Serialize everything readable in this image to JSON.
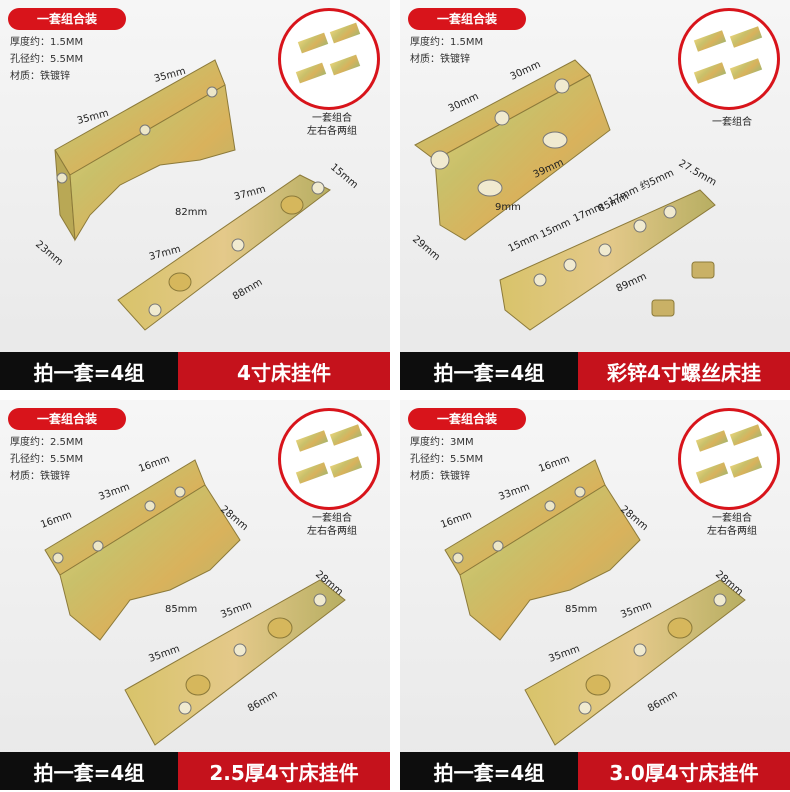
{
  "panels": [
    {
      "badge": "一套组合装",
      "specs": [
        "厚度约：1.5MM",
        "孔径约：5.5MM",
        "材质：铁镀锌"
      ],
      "inset_caption": [
        "一套组合",
        "左右各两组"
      ],
      "bar_left": "拍一套=4组",
      "bar_right": "4寸床挂件",
      "dims": {
        "a": "35mm",
        "b": "35mm",
        "c": "82mm",
        "d": "37mm",
        "e": "37mm",
        "f": "15mm",
        "g": "23mm",
        "h": "88mm"
      }
    },
    {
      "badge": "一套组合装",
      "specs": [
        "厚度约：1.5MM",
        "材质：铁镀锌"
      ],
      "inset_caption": [
        "一套组合"
      ],
      "bar_left": "拍一套=4组",
      "bar_right": "彩锌4寸螺丝床挂",
      "dims": {
        "a": "30mm",
        "b": "30mm",
        "c": "39mm",
        "d": "9mm",
        "e": "85mm",
        "f": "29mm",
        "g": "27.5mm",
        "h": "15mm",
        "i": "15mm",
        "j": "17mm",
        "k": "17mm",
        "l": "约5mm",
        "m": "89mm"
      }
    },
    {
      "badge": "一套组合装",
      "specs": [
        "厚度约：2.5MM",
        "孔径约：5.5MM",
        "材质：铁镀锌"
      ],
      "inset_caption": [
        "一套组合",
        "左右各两组"
      ],
      "bar_left": "拍一套=4组",
      "bar_right": "2.5厚4寸床挂件",
      "dims": {
        "a": "16mm",
        "b": "33mm",
        "c": "16mm",
        "d": "28mm",
        "e": "85mm",
        "f": "28mm",
        "g": "35mm",
        "h": "35mm",
        "i": "86mm"
      }
    },
    {
      "badge": "一套组合装",
      "specs": [
        "厚度约：3MM",
        "孔径约：5.5MM",
        "材质：铁镀锌"
      ],
      "inset_caption": [
        "一套组合",
        "左右各两组"
      ],
      "bar_left": "拍一套=4组",
      "bar_right": "3.0厚4寸床挂件",
      "dims": {
        "a": "16mm",
        "b": "33mm",
        "c": "16mm",
        "d": "28mm",
        "e": "85mm",
        "f": "28mm",
        "g": "35mm",
        "h": "35mm",
        "i": "86mm"
      }
    }
  ],
  "colors": {
    "accent": "#d8141b",
    "bar_dark": "#0d0d0d",
    "metal_a": "#d7c25a",
    "metal_b": "#b8bf72"
  }
}
